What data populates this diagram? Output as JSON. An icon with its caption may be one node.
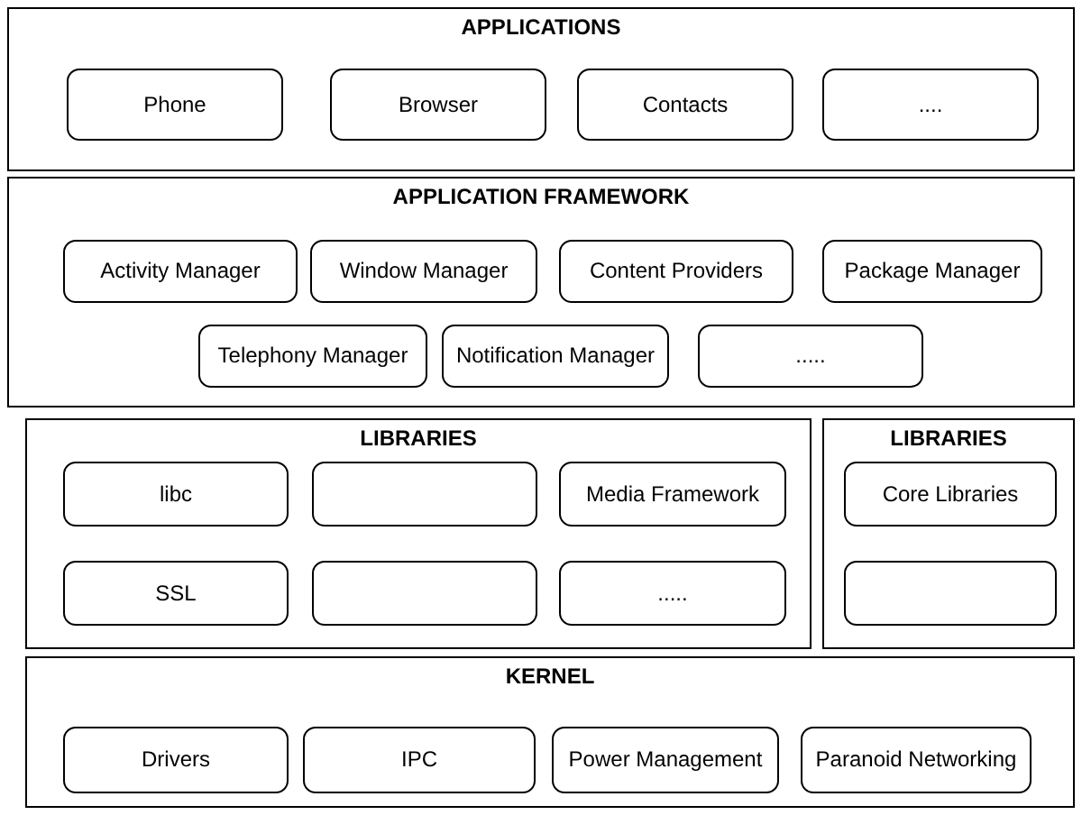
{
  "diagram": {
    "nodes": [
      {
        "text": [
          "APPLICATIONS"
        ]
      },
      {
        "text": [
          "Phone"
        ],
        "in": 0
      },
      {
        "text": [
          "Browser"
        ],
        "in": 0
      },
      {
        "text": [
          "Contacts"
        ],
        "in": 0
      },
      {
        "text": [
          "...."
        ],
        "in": 0
      },
      {
        "text": [
          "APPLICATION FRAMEWORK"
        ]
      },
      {
        "text": [
          "Activity Manager"
        ],
        "in": 5
      },
      {
        "text": [
          "Window Manager"
        ],
        "in": 5
      },
      {
        "text": [
          "Content Providers"
        ],
        "in": 5
      },
      {
        "text": [
          "Package Manager"
        ],
        "in": 5
      },
      {
        "text": [
          "Telephony Manager"
        ],
        "in": 5
      },
      {
        "text": [
          "Notification Manager"
        ],
        "in": 5
      },
      {
        "text": [
          "....."
        ],
        "in": 5
      },
      {
        "text": [
          "LIBRARIES"
        ]
      },
      {
        "text": [
          "libc"
        ],
        "in": 13
      },
      {
        "text": [],
        "shape": "box",
        "in": 13
      },
      {
        "text": [
          "Media Framework"
        ],
        "in": 13
      },
      {
        "text": [
          "SSL"
        ],
        "in": 13
      },
      {
        "text": [],
        "shape": "box",
        "in": 13
      },
      {
        "text": [
          "....."
        ],
        "in": 13
      },
      {
        "text": [
          "LIBRARIES"
        ]
      },
      {
        "text": [
          "Core Libraries"
        ],
        "in": 20
      },
      {
        "text": [],
        "shape": "box",
        "in": 20
      },
      {
        "text": [
          "KERNEL"
        ]
      },
      {
        "text": [
          "Drivers"
        ],
        "in": 23
      },
      {
        "text": [
          "IPC"
        ],
        "in": 23
      },
      {
        "text": [
          "Power Management"
        ],
        "in": 23
      },
      {
        "text": [
          "Paranoid Networking"
        ],
        "in": 23
      }
    ],
    "edges": []
  }
}
